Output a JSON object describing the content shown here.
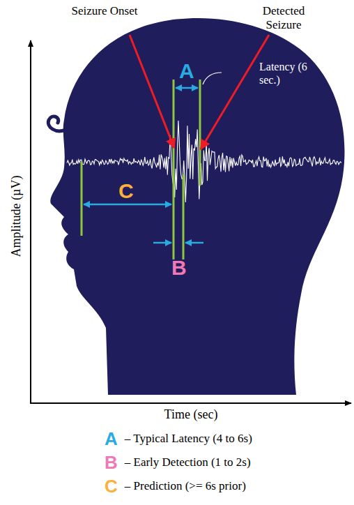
{
  "diagram": {
    "labels": [
      "Seizure Onset",
      "Detected Seizure",
      "A",
      "Latency (6 sec.)",
      "C",
      "B",
      "Amplitude (µV)",
      "Time (sec)",
      "A",
      "B",
      "C"
    ],
    "legend": [
      {
        "text": "– Typical Latency (4 to 6s)",
        "color": "#29abe2"
      },
      {
        "text": "– Early Detection (1 to 2s)",
        "color": "#f178b6"
      },
      {
        "text": "– Prediction (>= 6s prior)",
        "color": "#fbb03b"
      }
    ]
  }
}
